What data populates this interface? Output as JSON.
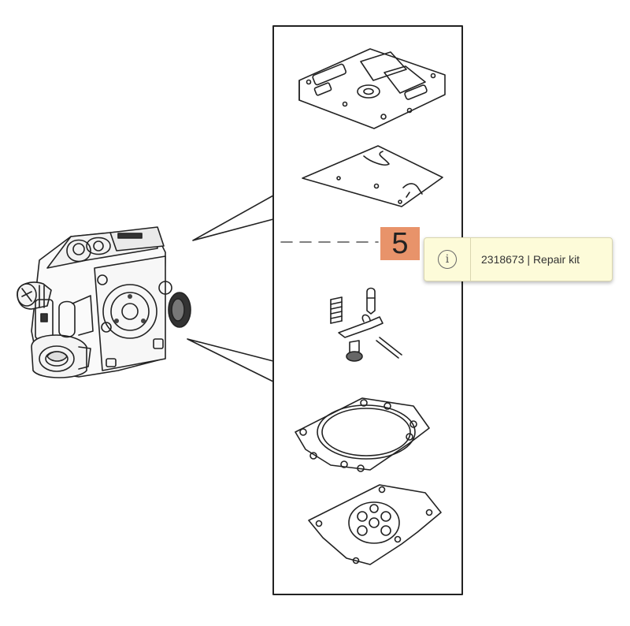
{
  "callout": {
    "number": "5",
    "number_bg": "#e8936a"
  },
  "tooltip": {
    "icon": "info-icon",
    "part_number": "2318673",
    "separator": "|",
    "description": "Repair kit",
    "bg": "#fdfbd9"
  }
}
